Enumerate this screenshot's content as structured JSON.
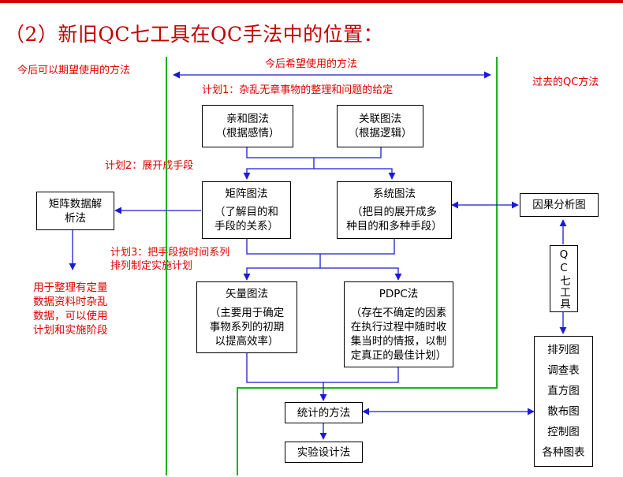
{
  "title": "（2）新旧QC七工具在QC手法中的位置：",
  "regions": {
    "future": "今后可以期望使用的方法",
    "hope": "今后希望使用的方法",
    "past": "过去的QC方法"
  },
  "plans": {
    "plan1": "计划1：杂乱无章事物的整理和问题的给定",
    "plan2": "计划2：展开成手段",
    "plan3": "计划3：把手段按时间系列排列制定实施计划"
  },
  "boxes": {
    "affinity": {
      "title": "亲和图法",
      "note": "（根据感情）"
    },
    "relation": {
      "title": "关联图法",
      "note": "（根据逻辑）"
    },
    "matrix": {
      "title": "矩阵图法",
      "note": "（了解目的和\n手段的关系）"
    },
    "system": {
      "title": "系统图法",
      "note": "（把目的展开成多\n种目的和多种手段）"
    },
    "matrix_data": {
      "title": "矩阵数据解\n析法"
    },
    "arrow_diagram": {
      "title": "矢量图法",
      "note": "（主要用于确定\n事物系列的初期\n以提高效率）"
    },
    "pdpc": {
      "title": "PDPC法",
      "note": "（存在不确定的因素\n在执行过程中随时收\n集当时的情报，以制\n定真正的最佳计划）"
    },
    "cause_effect": {
      "title": "因果分析图"
    },
    "qc_seven": {
      "title": "QC七工具"
    },
    "stats": {
      "title": "统计的方法"
    },
    "doe": {
      "title": "实验设计法"
    },
    "tools_list": [
      "排列图",
      "调查表",
      "直方图",
      "散布图",
      "控制图",
      "各种图表"
    ]
  },
  "matrix_data_usage": "用于整理有定量\n数据资料时杂乱\n数据，可以使用\n计划和实施阶段",
  "colors": {
    "title": "#c00000",
    "red_text": "#e00000",
    "blue": "#1a1ad8",
    "green_line": "#1fb01f",
    "top_bar": "#d40000"
  }
}
